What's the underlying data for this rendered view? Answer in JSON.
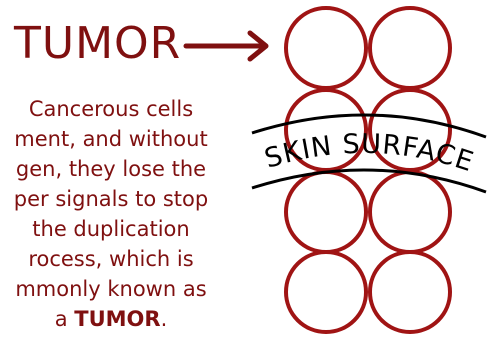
{
  "heading": "TUMOR",
  "description": {
    "lines": [
      "Cancerous cells",
      "ment, and without",
      "gen, they lose the",
      "per signals to stop",
      "the duplication",
      "rocess, which is",
      "mmonly known as"
    ],
    "last_prefix": "a ",
    "last_bold": "TUMOR",
    "last_suffix": "."
  },
  "skin_label": "SKIN SURFACE",
  "colors": {
    "primary": "#7f1010",
    "cell": "#a01414",
    "outline": "#000000"
  }
}
